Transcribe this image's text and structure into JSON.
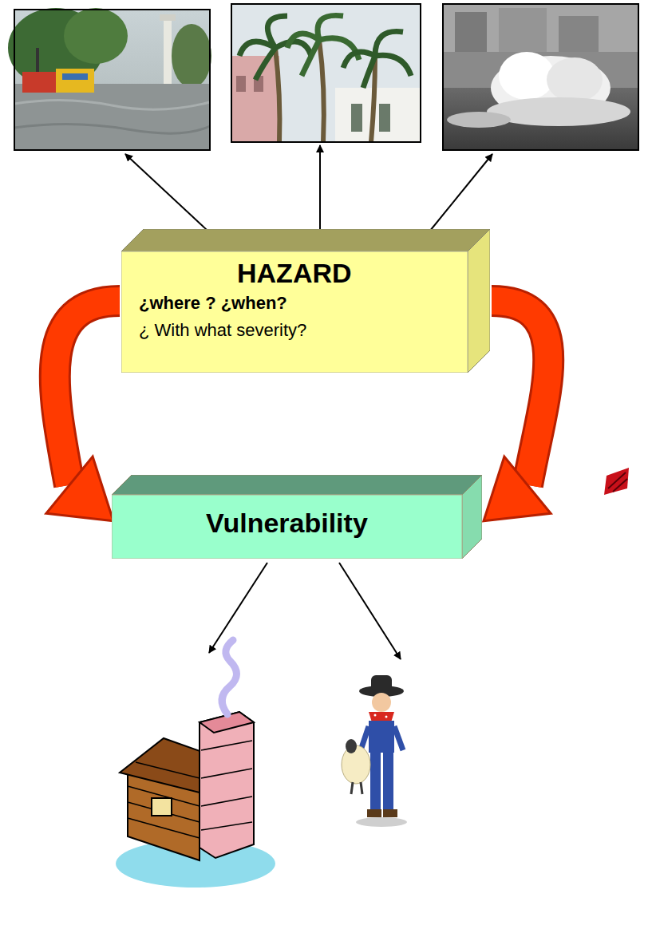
{
  "diagram": {
    "nodes": [
      {
        "text": [
          "HAZARD",
          "¿where ? ¿when?",
          "¿ With what severity?"
        ]
      },
      {
        "text": [
          "Vulnerability"
        ]
      }
    ],
    "edges": [
      {
        "from": 0,
        "to": 1,
        "arrow": "to"
      },
      {
        "from": 0,
        "to": 1,
        "arrow": "to"
      }
    ]
  }
}
